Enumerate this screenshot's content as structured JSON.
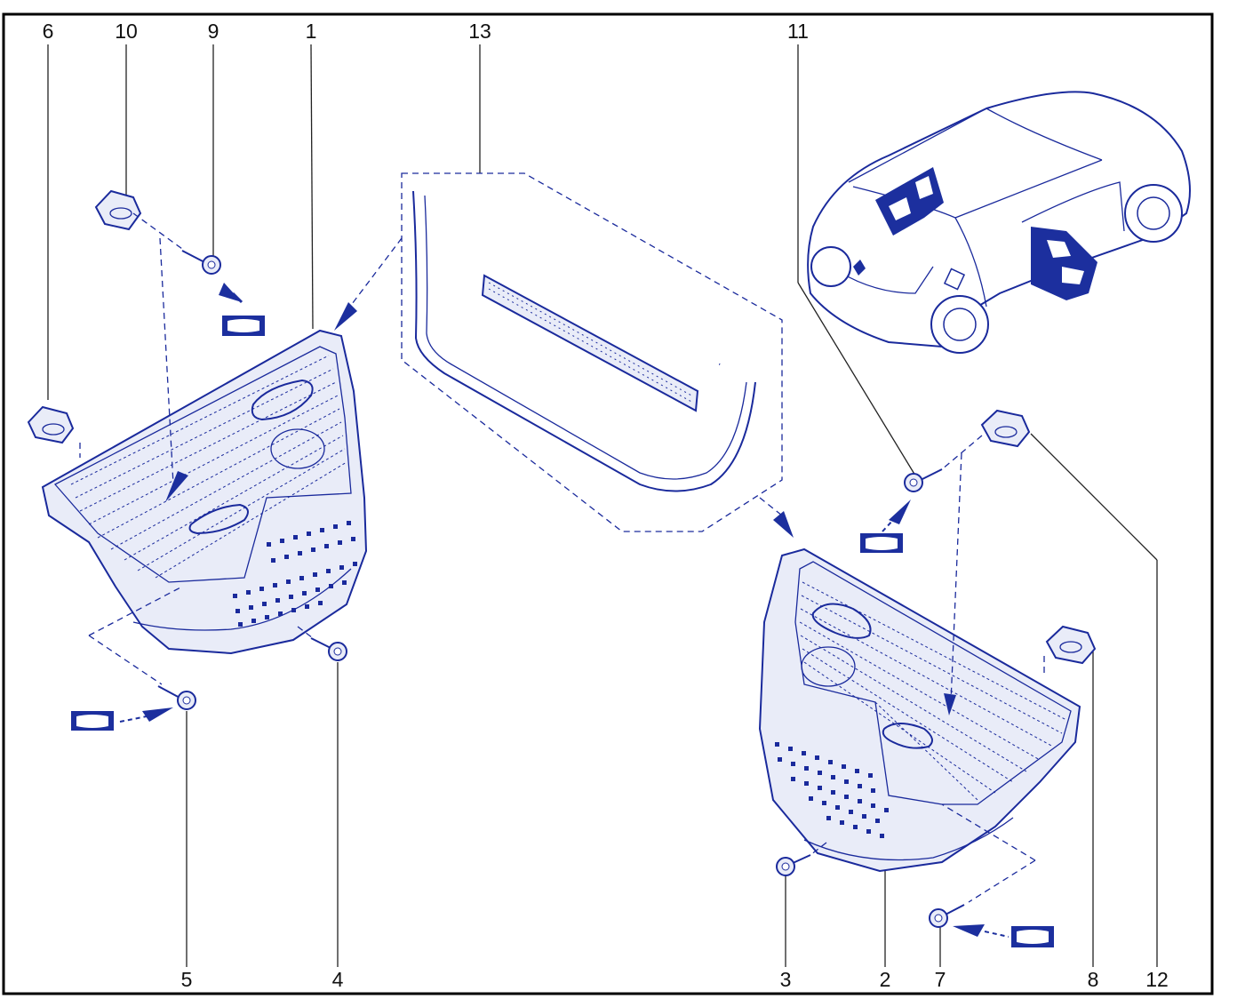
{
  "diagram": {
    "callouts": [
      {
        "id": "6",
        "label": "6"
      },
      {
        "id": "10",
        "label": "10"
      },
      {
        "id": "9",
        "label": "9"
      },
      {
        "id": "1",
        "label": "1"
      },
      {
        "id": "13",
        "label": "13"
      },
      {
        "id": "11",
        "label": "11"
      },
      {
        "id": "5",
        "label": "5"
      },
      {
        "id": "4",
        "label": "4"
      },
      {
        "id": "3",
        "label": "3"
      },
      {
        "id": "2",
        "label": "2"
      },
      {
        "id": "7",
        "label": "7"
      },
      {
        "id": "8",
        "label": "8"
      },
      {
        "id": "12",
        "label": "12"
      }
    ],
    "colors": {
      "line": "#1a2a9c",
      "fill_dark": "#1c2f9e",
      "panel_fill": "#e9ecf8",
      "text": "#111111",
      "border": "#000000"
    },
    "icons": [
      "clip-icon",
      "screw-icon",
      "replace-part-symbol-icon",
      "vehicle-location-icon"
    ]
  }
}
